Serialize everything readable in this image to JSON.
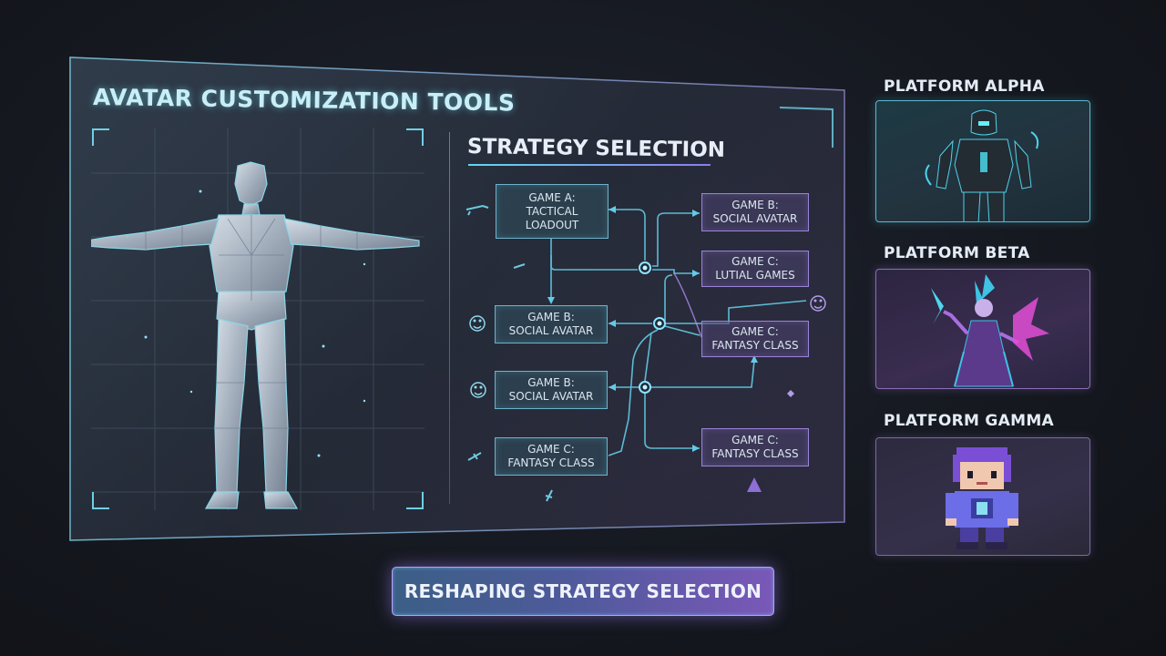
{
  "main_panel": {
    "title": "AVATAR CUSTOMIZATION TOOLS"
  },
  "strategy": {
    "title": "STRATEGY SELECTION",
    "nodes": {
      "game_a_tactical": [
        "GAME A:",
        "TACTICAL",
        "LOADOUT"
      ],
      "game_b_social_left1": [
        "GAME B:",
        "SOCIAL AVATAR"
      ],
      "game_b_social_left2": [
        "GAME B:",
        "SOCIAL AVATAR"
      ],
      "game_c_fantasy_left": [
        "GAME C:",
        "FANTASY CLASS"
      ],
      "game_b_social_right": [
        "GAME B:",
        "SOCIAL AVATAR"
      ],
      "game_c_lutial": [
        "GAME C:",
        "LUTIAL GAMES"
      ],
      "game_c_fantasy_right1": [
        "GAME C:",
        "FANTASY CLASS"
      ],
      "game_c_fantasy_right2": [
        "GAME C:",
        "FANTASY CLASS"
      ]
    },
    "icons": [
      "rifle-icon",
      "smiley-icon",
      "smiley-icon",
      "sword-icon",
      "wizard-hat-icon",
      "smiley-icon",
      "sparkle-icon",
      "dagger-icon"
    ]
  },
  "platforms": [
    {
      "label": "PLATFORM ALPHA",
      "style": "tactical-armor"
    },
    {
      "label": "PLATFORM BETA",
      "style": "fantasy-sorceress"
    },
    {
      "label": "PLATFORM GAMMA",
      "style": "pixel-art"
    }
  ],
  "bottom_button": {
    "label": "RESHAPING STRATEGY SELECTION"
  },
  "colors": {
    "cyan_accent": "#5fd8f0",
    "purple_accent": "#9b7cf0",
    "background": "#15181f"
  }
}
